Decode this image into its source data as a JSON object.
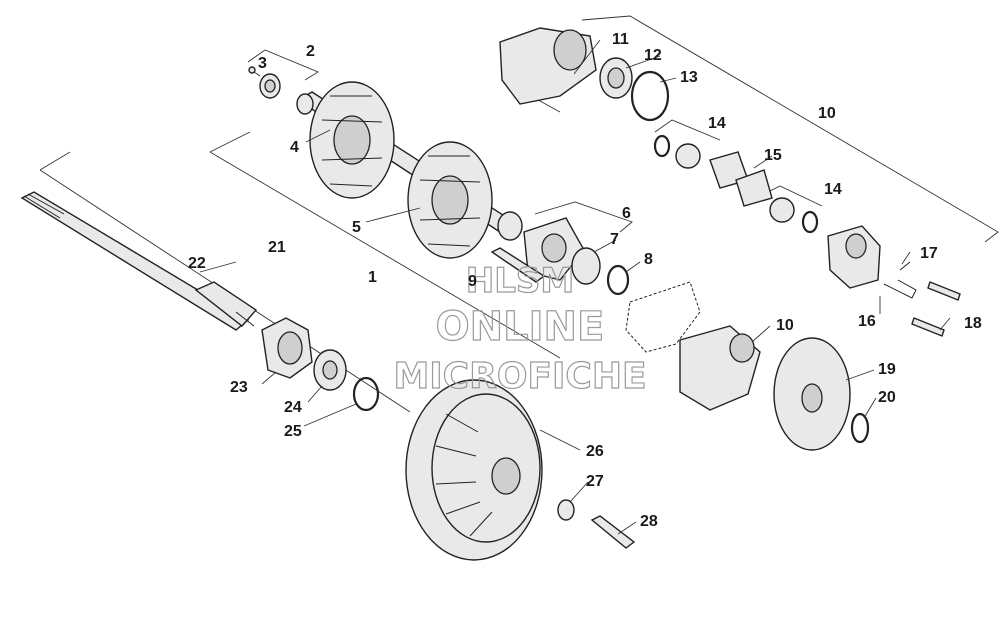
{
  "diagram": {
    "callouts": [
      {
        "id": "c1",
        "text": "1"
      },
      {
        "id": "c2",
        "text": "2"
      },
      {
        "id": "c3",
        "text": "3"
      },
      {
        "id": "c4",
        "text": "4"
      },
      {
        "id": "c5",
        "text": "5"
      },
      {
        "id": "c6",
        "text": "6"
      },
      {
        "id": "c7",
        "text": "7"
      },
      {
        "id": "c8",
        "text": "8"
      },
      {
        "id": "c9",
        "text": "9"
      },
      {
        "id": "c10a",
        "text": "10"
      },
      {
        "id": "c10b",
        "text": "10"
      },
      {
        "id": "c11",
        "text": "11"
      },
      {
        "id": "c12",
        "text": "12"
      },
      {
        "id": "c13",
        "text": "13"
      },
      {
        "id": "c14a",
        "text": "14"
      },
      {
        "id": "c14b",
        "text": "14"
      },
      {
        "id": "c15",
        "text": "15"
      },
      {
        "id": "c16",
        "text": "16"
      },
      {
        "id": "c17",
        "text": "17"
      },
      {
        "id": "c18",
        "text": "18"
      },
      {
        "id": "c19",
        "text": "19"
      },
      {
        "id": "c20",
        "text": "20"
      },
      {
        "id": "c21",
        "text": "21"
      },
      {
        "id": "c22",
        "text": "22"
      },
      {
        "id": "c23",
        "text": "23"
      },
      {
        "id": "c24",
        "text": "24"
      },
      {
        "id": "c25",
        "text": "25"
      },
      {
        "id": "c26",
        "text": "26"
      },
      {
        "id": "c27",
        "text": "27"
      },
      {
        "id": "c28",
        "text": "28"
      }
    ],
    "watermark": {
      "line1": "HLSM",
      "line2": "ONLINE",
      "line3": "MICROFICHE"
    }
  },
  "colors": {
    "line": "#222222",
    "part_fill": "#e9e9e9",
    "watermark": "#9a9a9a"
  }
}
